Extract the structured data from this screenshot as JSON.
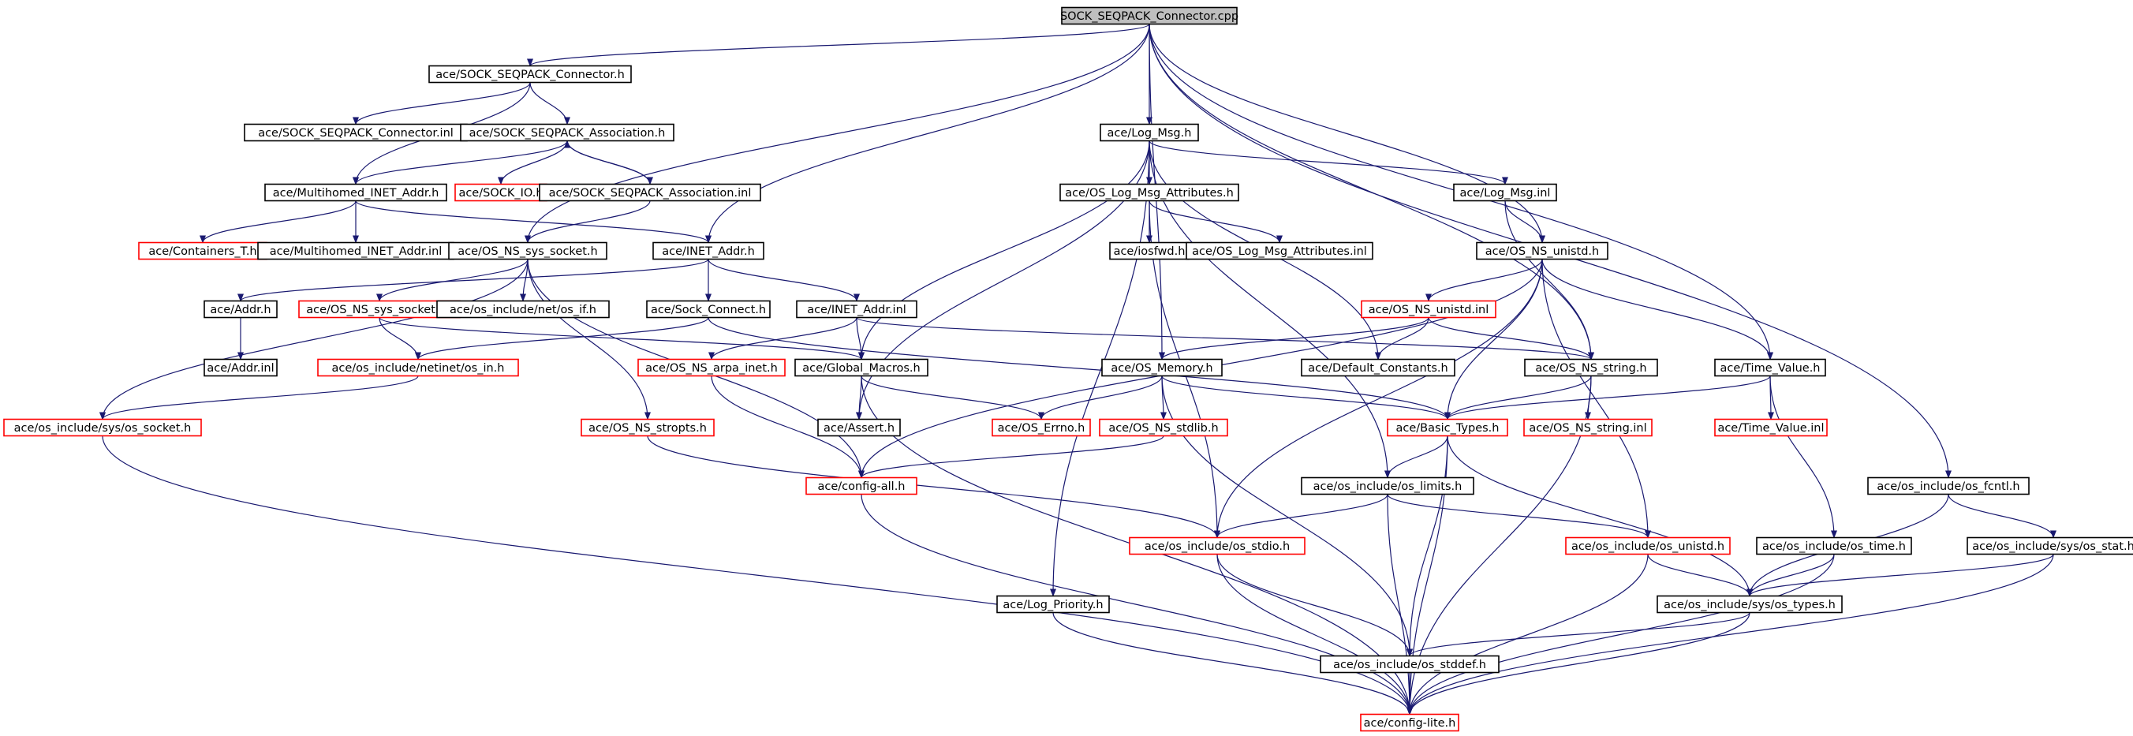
{
  "colors": {
    "edge": "#191970",
    "external_border": "#ff0000",
    "border": "#000000",
    "root_fill": "#bfbfbf"
  },
  "nodes": [
    {
      "id": "root",
      "label": "SOCK_SEQPACK_Connector.cpp",
      "style": "root"
    },
    {
      "id": "connector_h",
      "label": "ace/SOCK_SEQPACK_Connector.h",
      "style": "black"
    },
    {
      "id": "connector_inl",
      "label": "ace/SOCK_SEQPACK_Connector.inl",
      "style": "black"
    },
    {
      "id": "assoc_h",
      "label": "ace/SOCK_SEQPACK_Association.h",
      "style": "black"
    },
    {
      "id": "multi_h",
      "label": "ace/Multihomed_INET_Addr.h",
      "style": "black"
    },
    {
      "id": "sock_io",
      "label": "ace/SOCK_IO.h",
      "style": "red"
    },
    {
      "id": "assoc_inl",
      "label": "ace/SOCK_SEQPACK_Association.inl",
      "style": "black"
    },
    {
      "id": "containers",
      "label": "ace/Containers_T.h",
      "style": "red"
    },
    {
      "id": "multi_inl",
      "label": "ace/Multihomed_INET_Addr.inl",
      "style": "black"
    },
    {
      "id": "ns_sys_socket",
      "label": "ace/OS_NS_sys_socket.h",
      "style": "black"
    },
    {
      "id": "inet_addr_h",
      "label": "ace/INET_Addr.h",
      "style": "black"
    },
    {
      "id": "addr_h",
      "label": "ace/Addr.h",
      "style": "black"
    },
    {
      "id": "ns_sys_socket_inl",
      "label": "ace/OS_NS_sys_socket.inl",
      "style": "red"
    },
    {
      "id": "net_os_if",
      "label": "ace/os_include/net/os_if.h",
      "style": "black"
    },
    {
      "id": "sock_connect",
      "label": "ace/Sock_Connect.h",
      "style": "black"
    },
    {
      "id": "inet_addr_inl",
      "label": "ace/INET_Addr.inl",
      "style": "black"
    },
    {
      "id": "addr_inl",
      "label": "ace/Addr.inl",
      "style": "black"
    },
    {
      "id": "netinet_in",
      "label": "ace/os_include/netinet/os_in.h",
      "style": "red"
    },
    {
      "id": "arpa_inet",
      "label": "ace/OS_NS_arpa_inet.h",
      "style": "red"
    },
    {
      "id": "global_macros",
      "label": "ace/Global_Macros.h",
      "style": "black"
    },
    {
      "id": "sys_os_socket",
      "label": "ace/os_include/sys/os_socket.h",
      "style": "red"
    },
    {
      "id": "stropts",
      "label": "ace/OS_NS_stropts.h",
      "style": "red"
    },
    {
      "id": "assert",
      "label": "ace/Assert.h",
      "style": "black"
    },
    {
      "id": "config_all",
      "label": "ace/config-all.h",
      "style": "red"
    },
    {
      "id": "log_msg_h",
      "label": "ace/Log_Msg.h",
      "style": "black"
    },
    {
      "id": "log_msg_attr",
      "label": "ace/OS_Log_Msg_Attributes.h",
      "style": "black"
    },
    {
      "id": "log_msg_inl",
      "label": "ace/Log_Msg.inl",
      "style": "black"
    },
    {
      "id": "iosfwd",
      "label": "ace/iosfwd.h",
      "style": "black"
    },
    {
      "id": "log_msg_attr_inl",
      "label": "ace/OS_Log_Msg_Attributes.inl",
      "style": "black"
    },
    {
      "id": "ns_unistd_h",
      "label": "ace/OS_NS_unistd.h",
      "style": "black"
    },
    {
      "id": "ns_unistd_inl",
      "label": "ace/OS_NS_unistd.inl",
      "style": "red"
    },
    {
      "id": "os_memory",
      "label": "ace/OS_Memory.h",
      "style": "black"
    },
    {
      "id": "default_constants",
      "label": "ace/Default_Constants.h",
      "style": "black"
    },
    {
      "id": "ns_string_h",
      "label": "ace/OS_NS_string.h",
      "style": "black"
    },
    {
      "id": "time_value_h",
      "label": "ace/Time_Value.h",
      "style": "black"
    },
    {
      "id": "os_errno",
      "label": "ace/OS_Errno.h",
      "style": "red"
    },
    {
      "id": "ns_stdlib",
      "label": "ace/OS_NS_stdlib.h",
      "style": "red"
    },
    {
      "id": "basic_types",
      "label": "ace/Basic_Types.h",
      "style": "red"
    },
    {
      "id": "ns_string_inl",
      "label": "ace/OS_NS_string.inl",
      "style": "red"
    },
    {
      "id": "time_value_inl",
      "label": "ace/Time_Value.inl",
      "style": "red"
    },
    {
      "id": "os_limits",
      "label": "ace/os_include/os_limits.h",
      "style": "black"
    },
    {
      "id": "os_fcntl",
      "label": "ace/os_include/os_fcntl.h",
      "style": "black"
    },
    {
      "id": "os_stdio",
      "label": "ace/os_include/os_stdio.h",
      "style": "red"
    },
    {
      "id": "os_unistd",
      "label": "ace/os_include/os_unistd.h",
      "style": "red"
    },
    {
      "id": "os_time",
      "label": "ace/os_include/os_time.h",
      "style": "black"
    },
    {
      "id": "sys_os_stat",
      "label": "ace/os_include/sys/os_stat.h",
      "style": "black"
    },
    {
      "id": "log_priority",
      "label": "ace/Log_Priority.h",
      "style": "black"
    },
    {
      "id": "sys_os_types",
      "label": "ace/os_include/sys/os_types.h",
      "style": "black"
    },
    {
      "id": "os_stddef",
      "label": "ace/os_include/os_stddef.h",
      "style": "black"
    },
    {
      "id": "config_lite",
      "label": "ace/config-lite.h",
      "style": "red"
    }
  ],
  "edges": [
    [
      "root",
      "connector_h"
    ],
    [
      "root",
      "log_msg_h"
    ],
    [
      "root",
      "os_memory"
    ],
    [
      "root",
      "ns_string_h"
    ],
    [
      "root",
      "ns_unistd_h"
    ],
    [
      "root",
      "time_value_h"
    ],
    [
      "root",
      "os_fcntl"
    ],
    [
      "root",
      "ns_sys_socket"
    ],
    [
      "root",
      "inet_addr_h"
    ],
    [
      "connector_h",
      "connector_inl"
    ],
    [
      "connector_h",
      "assoc_h"
    ],
    [
      "connector_h",
      "multi_h"
    ],
    [
      "assoc_h",
      "multi_h"
    ],
    [
      "assoc_h",
      "sock_io"
    ],
    [
      "assoc_h",
      "assoc_inl"
    ],
    [
      "assoc_inl",
      "assoc_h"
    ],
    [
      "assoc_inl",
      "ns_sys_socket"
    ],
    [
      "multi_h",
      "containers"
    ],
    [
      "multi_h",
      "multi_inl"
    ],
    [
      "multi_h",
      "inet_addr_h"
    ],
    [
      "inet_addr_h",
      "addr_h"
    ],
    [
      "inet_addr_h",
      "sock_connect"
    ],
    [
      "inet_addr_h",
      "inet_addr_inl"
    ],
    [
      "ns_sys_socket",
      "ns_sys_socket_inl"
    ],
    [
      "ns_sys_socket",
      "net_os_if"
    ],
    [
      "ns_sys_socket",
      "stropts"
    ],
    [
      "ns_sys_socket",
      "sys_os_socket"
    ],
    [
      "ns_sys_socket",
      "config_all"
    ],
    [
      "addr_h",
      "addr_inl"
    ],
    [
      "ns_sys_socket_inl",
      "netinet_in"
    ],
    [
      "ns_sys_socket_inl",
      "global_macros"
    ],
    [
      "sock_connect",
      "netinet_in"
    ],
    [
      "sock_connect",
      "basic_types"
    ],
    [
      "inet_addr_inl",
      "arpa_inet"
    ],
    [
      "inet_addr_inl",
      "global_macros"
    ],
    [
      "inet_addr_inl",
      "ns_string_h"
    ],
    [
      "netinet_in",
      "sys_os_socket"
    ],
    [
      "arpa_inet",
      "config_all"
    ],
    [
      "global_macros",
      "assert"
    ],
    [
      "global_macros",
      "os_errno"
    ],
    [
      "global_macros",
      "config_lite"
    ],
    [
      "sys_os_socket",
      "config_lite"
    ],
    [
      "stropts",
      "os_stdio"
    ],
    [
      "config_all",
      "config_lite"
    ],
    [
      "log_msg_h",
      "log_msg_attr"
    ],
    [
      "log_msg_h",
      "log_msg_inl"
    ],
    [
      "log_msg_h",
      "global_macros"
    ],
    [
      "log_msg_h",
      "assert"
    ],
    [
      "log_msg_h",
      "default_constants"
    ],
    [
      "log_msg_h",
      "os_limits"
    ],
    [
      "log_msg_h",
      "log_priority"
    ],
    [
      "log_msg_attr",
      "iosfwd"
    ],
    [
      "log_msg_attr",
      "log_msg_attr_inl"
    ],
    [
      "log_msg_attr",
      "os_stdio"
    ],
    [
      "log_msg_inl",
      "ns_unistd_h"
    ],
    [
      "log_msg_inl",
      "ns_string_h"
    ],
    [
      "ns_unistd_h",
      "ns_unistd_inl"
    ],
    [
      "ns_unistd_h",
      "basic_types"
    ],
    [
      "ns_unistd_h",
      "time_value_h"
    ],
    [
      "ns_unistd_h",
      "os_unistd"
    ],
    [
      "ns_unistd_h",
      "config_all"
    ],
    [
      "ns_unistd_h",
      "os_stdio"
    ],
    [
      "ns_unistd_inl",
      "os_memory"
    ],
    [
      "ns_unistd_inl",
      "default_constants"
    ],
    [
      "ns_unistd_inl",
      "ns_string_h"
    ],
    [
      "os_memory",
      "os_errno"
    ],
    [
      "os_memory",
      "ns_stdlib"
    ],
    [
      "os_memory",
      "basic_types"
    ],
    [
      "os_memory",
      "os_stddef"
    ],
    [
      "ns_string_h",
      "basic_types"
    ],
    [
      "ns_string_h",
      "ns_string_inl"
    ],
    [
      "ns_string_h",
      "config_lite"
    ],
    [
      "time_value_h",
      "time_value_inl"
    ],
    [
      "time_value_h",
      "basic_types"
    ],
    [
      "time_value_h",
      "os_time"
    ],
    [
      "ns_stdlib",
      "config_all"
    ],
    [
      "basic_types",
      "os_limits"
    ],
    [
      "basic_types",
      "sys_os_types"
    ],
    [
      "basic_types",
      "os_stddef"
    ],
    [
      "basic_types",
      "config_lite"
    ],
    [
      "os_limits",
      "os_stdio"
    ],
    [
      "os_limits",
      "os_unistd"
    ],
    [
      "os_limits",
      "config_lite"
    ],
    [
      "os_fcntl",
      "sys_os_stat"
    ],
    [
      "os_fcntl",
      "sys_os_types"
    ],
    [
      "os_stdio",
      "os_stddef"
    ],
    [
      "os_stdio",
      "config_lite"
    ],
    [
      "os_unistd",
      "sys_os_types"
    ],
    [
      "os_unistd",
      "config_lite"
    ],
    [
      "os_time",
      "sys_os_types"
    ],
    [
      "os_time",
      "config_lite"
    ],
    [
      "sys_os_stat",
      "sys_os_types"
    ],
    [
      "sys_os_stat",
      "config_lite"
    ],
    [
      "log_priority",
      "config_lite"
    ],
    [
      "sys_os_types",
      "os_stddef"
    ],
    [
      "sys_os_types",
      "config_lite"
    ],
    [
      "os_stddef",
      "config_lite"
    ]
  ]
}
